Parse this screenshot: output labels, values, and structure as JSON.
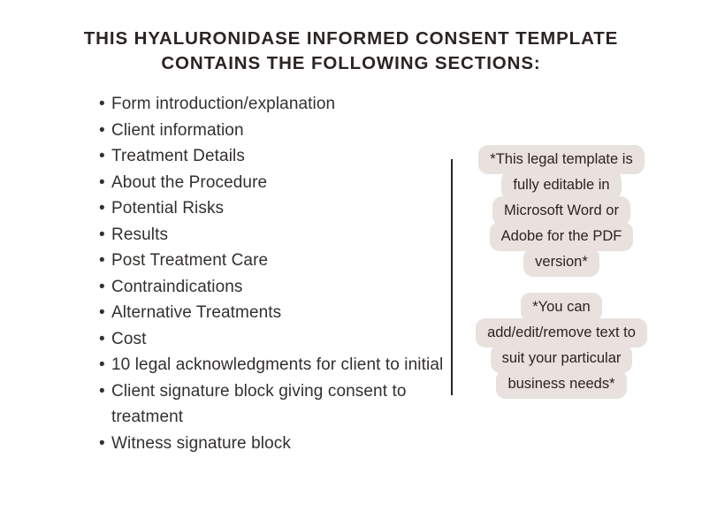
{
  "title": {
    "line1": "THIS HYALURONIDASE INFORMED CONSENT TEMPLATE",
    "line2": "CONTAINS THE FOLLOWING SECTIONS:"
  },
  "bullet_char": "•",
  "sections": [
    "Form introduction/explanation",
    "Client information",
    "Treatment Details",
    "About the Procedure",
    "Potential Risks",
    "Results",
    "Post Treatment Care",
    "Contraindications",
    "Alternative Treatments",
    "Cost",
    "10 legal acknowledgments for client to initial",
    "Client signature block giving consent to treatment",
    "Witness signature block"
  ],
  "callout": {
    "note1_lines": [
      "*This legal template is",
      "fully editable in",
      "Microsoft Word or",
      "Adobe for the PDF",
      "version*"
    ],
    "note2_lines": [
      "*You can",
      "add/edit/remove text to",
      "suit your particular",
      "business needs*"
    ]
  },
  "colors": {
    "page_background": "#ffffff",
    "title_text": "#2b2422",
    "body_text": "#33302e",
    "divider": "#2b2422",
    "callout_background": "#e8e1dd",
    "callout_text": "#2b2422"
  }
}
